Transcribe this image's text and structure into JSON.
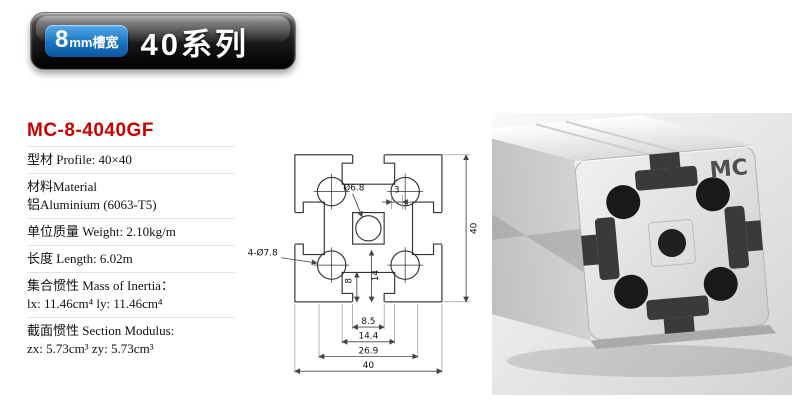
{
  "header": {
    "badge_number": "8",
    "badge_suffix": "mm槽宽",
    "series": "40系列"
  },
  "product": {
    "model": "MC-8-4040GF",
    "specs": {
      "profile": "型材 Profile: 40×40",
      "material_label": "材料Material",
      "material_value": "铝Aluminium (6063-T5)",
      "weight": "单位质量 Weight: 2.10kg/m",
      "length": "长度 Length: 6.02m",
      "inertia_label": "集合惯性 Mass of Inertia：",
      "inertia_value": "lx: 11.46cm⁴  ly: 11.46cm⁴",
      "modulus_label": "截面惯性 Section Modulus:",
      "modulus_value": "zx: 5.73cm³  zy: 5.73cm³"
    }
  },
  "drawing": {
    "center_hole": "Ø6.8",
    "corner_holes": "4-Ø7.8",
    "width_8_5": "8.5",
    "width_14_4": "14.4",
    "width_26_9": "26.9",
    "width_40": "40",
    "height_40": "40",
    "dim_3": "3",
    "depth_8": "8",
    "depth_14": "14"
  },
  "photo": {
    "brand": "MC"
  }
}
